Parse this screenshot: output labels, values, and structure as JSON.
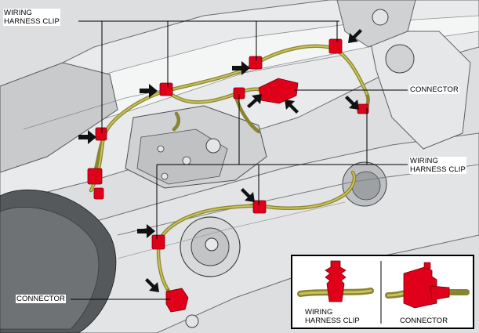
{
  "labels": {
    "top_left_line1": "WIRING",
    "top_left_line2": "HARNESS CLIP",
    "connector_right": "CONNECTOR",
    "right_mid_line1": "WIRING",
    "right_mid_line2": "HARNESS CLIP",
    "connector_bottom_left": "CONNECTOR"
  },
  "legend": {
    "clip_line1": "WIRING",
    "clip_line2": "HARNESS CLIP",
    "connector": "CONNECTOR"
  },
  "colors": {
    "clip_red": "#e0001a",
    "harness_olive": "#a8a23a",
    "metal_gray": "#d4d6d8"
  }
}
